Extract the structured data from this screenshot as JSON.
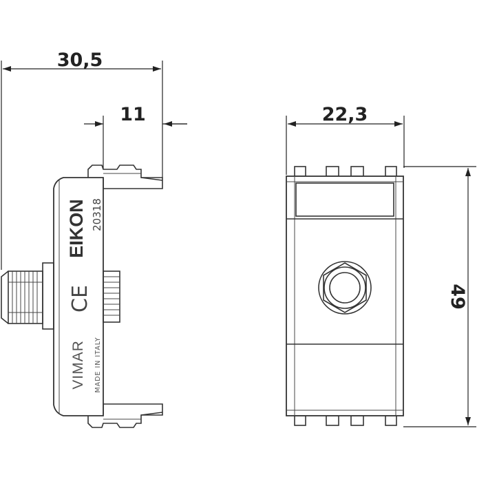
{
  "dimensions": {
    "overall_depth": "30,5",
    "front_depth": "11",
    "width": "22,3",
    "height": "49"
  },
  "side_view": {
    "brand": "EIKON",
    "code": "20318",
    "ce_mark": "CE",
    "manufacturer": "VIMAR",
    "origin": "MADE IN ITALY"
  }
}
